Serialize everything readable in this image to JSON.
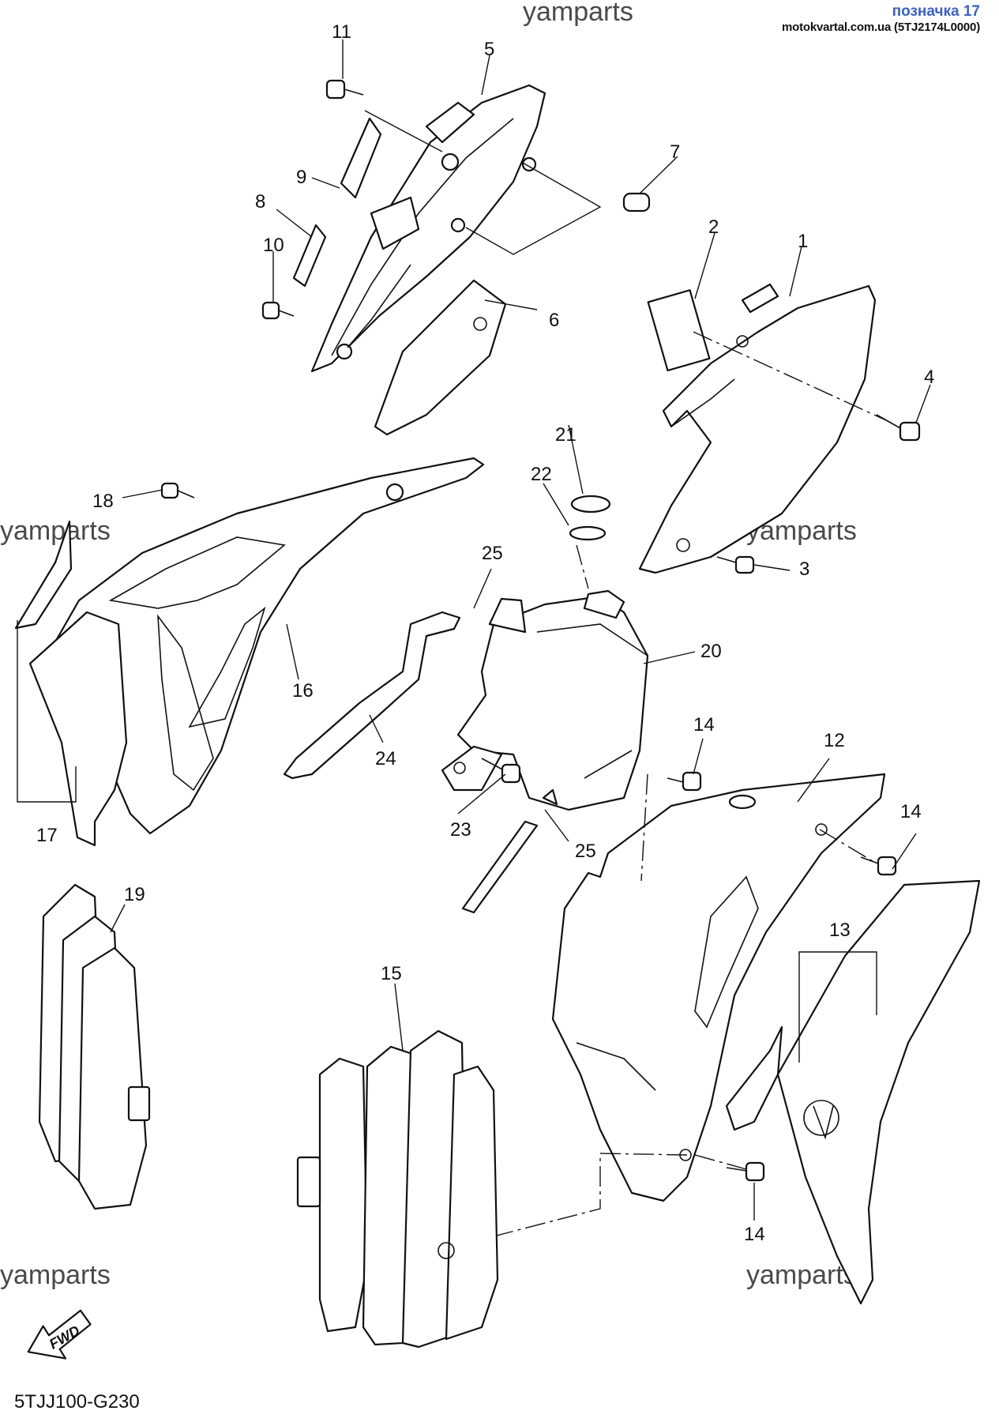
{
  "header": {
    "link_text": "позначка 17",
    "site_code": "motokvartal.com.ua (5TJ2174L0000)"
  },
  "watermarks": [
    "yamparts",
    "yamparts",
    "yamparts",
    "yamparts",
    "yamparts",
    "yamparts"
  ],
  "diagram_code": "5TJJ100-G230",
  "fwd_label": "FWD",
  "callouts": [
    "11",
    "5",
    "9",
    "7",
    "8",
    "10",
    "2",
    "1",
    "6",
    "4",
    "21",
    "18",
    "22",
    "25",
    "3",
    "20",
    "16",
    "24",
    "14",
    "12",
    "23",
    "25",
    "14",
    "17",
    "19",
    "13",
    "15",
    "14"
  ],
  "colors": {
    "line": "#111111",
    "watermark": "#4a4a4a",
    "link": "#3a62c9"
  }
}
